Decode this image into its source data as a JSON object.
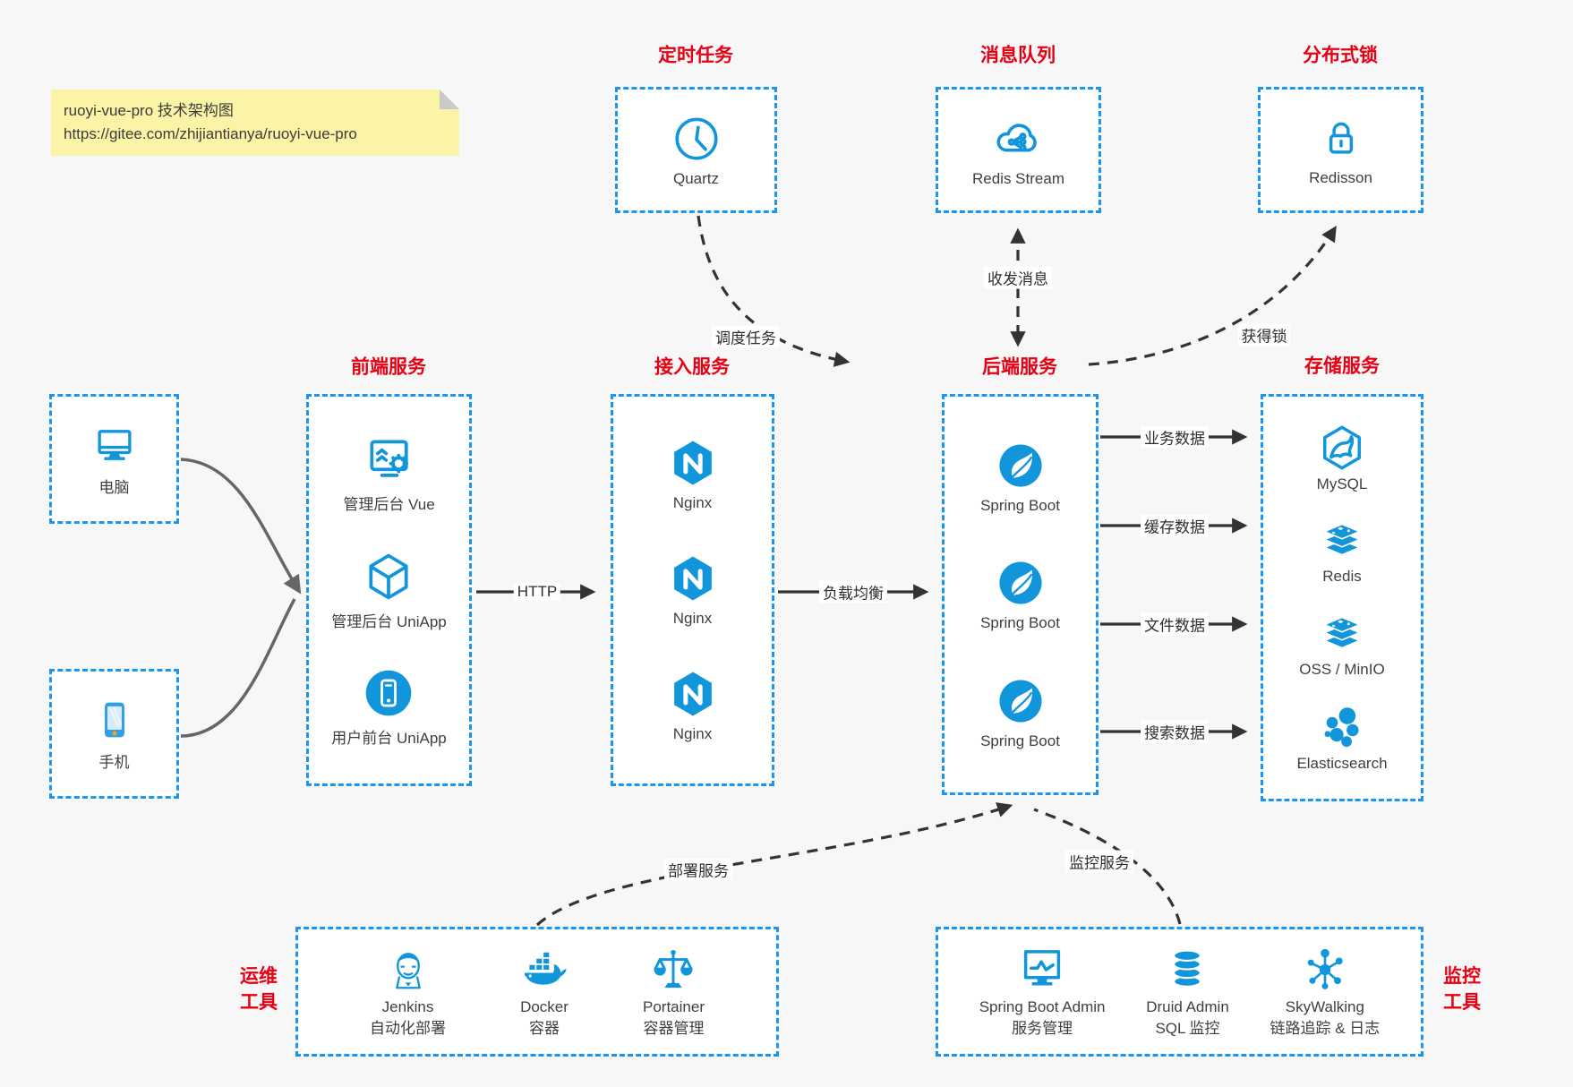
{
  "note": {
    "line1": "ruoyi-vue-pro 技术架构图",
    "line2": "https://gitee.com/zhijiantianya/ruoyi-vue-pro"
  },
  "top": {
    "schedule": {
      "title": "定时任务",
      "item": {
        "label": "Quartz",
        "icon": "clock-icon"
      }
    },
    "mq": {
      "title": "消息队列",
      "item": {
        "label": "Redis Stream",
        "icon": "cloud-network-icon"
      }
    },
    "lock": {
      "title": "分布式锁",
      "item": {
        "label": "Redisson",
        "icon": "lock-icon"
      }
    }
  },
  "devices": {
    "pc": {
      "label": "电脑",
      "icon": "desktop-icon"
    },
    "phone": {
      "label": "手机",
      "icon": "smartphone-icon"
    }
  },
  "frontend": {
    "title": "前端服务",
    "items": [
      {
        "label": "管理后台 Vue",
        "icon": "admin-screen-gear-icon"
      },
      {
        "label": "管理后台 UniApp",
        "icon": "cube-icon"
      },
      {
        "label": "用户前台 UniApp",
        "icon": "phone-circle-icon"
      }
    ]
  },
  "gateway": {
    "title": "接入服务",
    "items": [
      {
        "label": "Nginx",
        "icon": "nginx-icon"
      },
      {
        "label": "Nginx",
        "icon": "nginx-icon"
      },
      {
        "label": "Nginx",
        "icon": "nginx-icon"
      }
    ]
  },
  "backend": {
    "title": "后端服务",
    "items": [
      {
        "label": "Spring Boot",
        "icon": "spring-icon"
      },
      {
        "label": "Spring Boot",
        "icon": "spring-icon"
      },
      {
        "label": "Spring Boot",
        "icon": "spring-icon"
      }
    ]
  },
  "storage": {
    "title": "存储服务",
    "items": [
      {
        "label": "MySQL",
        "icon": "mysql-dolphin-icon"
      },
      {
        "label": "Redis",
        "icon": "redis-stack-icon"
      },
      {
        "label": "OSS / MinIO",
        "icon": "redis-stack-icon"
      },
      {
        "label": "Elasticsearch",
        "icon": "elastic-cluster-icon"
      }
    ]
  },
  "ops": {
    "title_line1": "运维",
    "title_line2": "工具",
    "items": [
      {
        "name": "Jenkins",
        "desc": "自动化部署",
        "icon": "jenkins-icon"
      },
      {
        "name": "Docker",
        "desc": "容器",
        "icon": "docker-whale-icon"
      },
      {
        "name": "Portainer",
        "desc": "容器管理",
        "icon": "scales-icon"
      }
    ]
  },
  "monitor": {
    "title_line1": "监控",
    "title_line2": "工具",
    "items": [
      {
        "name": "Spring Boot Admin",
        "desc": "服务管理",
        "icon": "monitor-chart-icon"
      },
      {
        "name": "Druid Admin",
        "desc": "SQL 监控",
        "icon": "database-icon"
      },
      {
        "name": "SkyWalking",
        "desc": "链路追踪 & 日志",
        "icon": "network-nodes-icon"
      }
    ]
  },
  "edges": {
    "http": "HTTP",
    "lb": "负载均衡",
    "biz": "业务数据",
    "cache": "缓存数据",
    "file": "文件数据",
    "search": "搜索数据",
    "schedule": "调度任务",
    "message": "收发消息",
    "lock": "获得锁",
    "deploy": "部署服务",
    "monitor": "监控服务"
  },
  "colors": {
    "border_blue": "#1b95f2",
    "icon_blue": "#1296db",
    "title_red": "#e60013",
    "arrow_dark": "#333333",
    "arrow_gray": "#666666",
    "note_yellow": "#fbf3a6",
    "background": "#f7f7f7"
  }
}
